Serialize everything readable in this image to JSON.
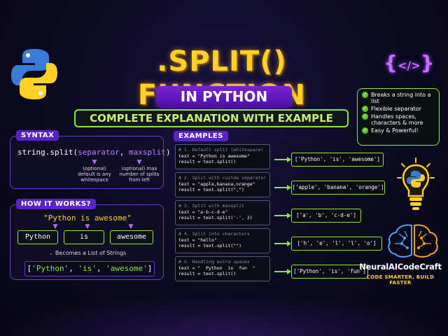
{
  "header": {
    "title": ".SPLIT() FUNCTION",
    "subtitle": "IN PYTHON",
    "tagline": "COMPLETE EXPLANATION WITH EXAMPLE",
    "code_icon_text": "</>"
  },
  "features": [
    "Breaks a string into a list",
    "Flexible separator",
    "Handles spaces, characters & more",
    "Easy & Powerful!"
  ],
  "syntax": {
    "tag": "SYNTAX",
    "code_prefix": "string.split(",
    "param1": "separator",
    "comma": ", ",
    "param2": "maxsplit",
    "code_suffix": ")",
    "note1": "(optional) default is any whitespace",
    "note2": "(optional) max number of splits from left"
  },
  "how": {
    "tag": "HOW IT WORKS?",
    "input": "\"Python is awesome\"",
    "words": [
      "Python",
      "is",
      "awesome"
    ],
    "caption": "Becomes a List of Strings",
    "result_open": "[",
    "result_items": [
      "'Python'",
      "'is'",
      "'awesome'"
    ],
    "result_close": "]"
  },
  "examples": {
    "tag": "EXAMPLES",
    "items": [
      {
        "comment": "# 1. Default split (whitespace)",
        "line1": "text = \"Python is awesome\"",
        "line2": "result = text.split()",
        "result": "['Python', 'is', 'awesome']"
      },
      {
        "comment": "# 2. Split with custom separator",
        "line1": "text = \"apple,banana,orange\"",
        "line2": "result = text.split(\",\")",
        "result": "['apple', 'banana', 'orange']"
      },
      {
        "comment": "# 3. Split with maxsplit",
        "line1": "text = \"a-b-c-d-e\"",
        "line2": "result = text.split('-', 2)",
        "result": "['a', 'b', 'c-d-e']"
      },
      {
        "comment": "# 4. Split into characters",
        "line1": "text = \"hello\"",
        "line2": "result = text.split(\"\")",
        "result": "['h', 'e', 'l', 'l', 'o']"
      },
      {
        "comment": "# 5. Handling extra spaces",
        "line1": "text = \"  Python  is  fun  \"",
        "line2": "result = text.split()",
        "result": "['Python', 'is', 'fun']"
      }
    ]
  },
  "brand": {
    "name": "NeuralAICodeCraft",
    "tagline": "CODE SMARTER, BUILD FASTER"
  },
  "colors": {
    "title": "#ffd028",
    "accent_purple": "#6d3ad0",
    "accent_green": "#8be838",
    "background": "#0b0a1e"
  },
  "icons": [
    "python-logo-icon",
    "code-brackets-icon",
    "checkmark-icon",
    "lightbulb-icon",
    "brain-icon",
    "arrow-right-icon",
    "arrow-down-icon"
  ]
}
